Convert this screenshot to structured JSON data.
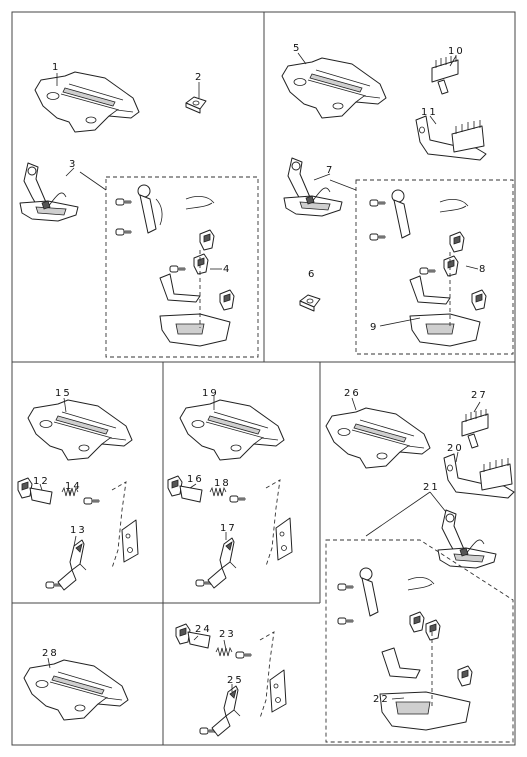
{
  "callouts": {
    "c1": "1",
    "c2": "2",
    "c3": "3",
    "c4": "4",
    "c5": "5",
    "c6": "6",
    "c7": "7",
    "c8": "8",
    "c9": "9",
    "c10": "10",
    "c11": "11",
    "c12": "12",
    "c13": "13",
    "c14": "14",
    "c15": "15",
    "c16": "16",
    "c17": "17",
    "c18": "18",
    "c19": "19",
    "c20": "20",
    "c21": "21",
    "c22": "22",
    "c23": "23",
    "c24": "24",
    "c25": "25",
    "c26": "26",
    "c27": "27",
    "c28": "28"
  }
}
